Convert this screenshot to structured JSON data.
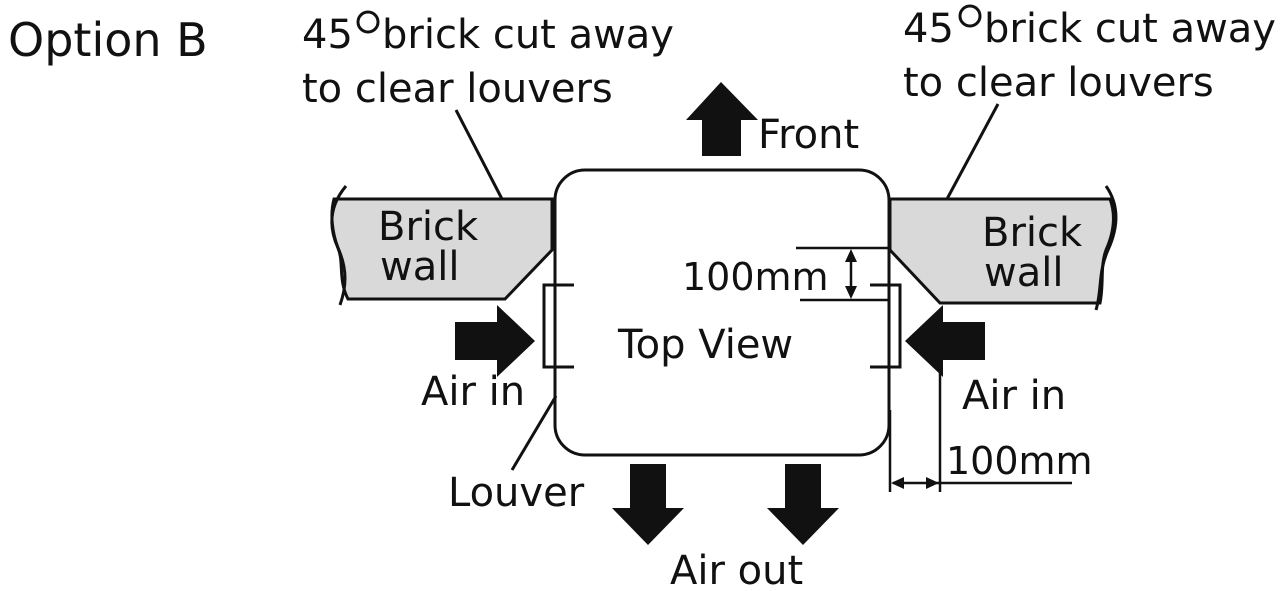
{
  "title": "Option B",
  "callouts": {
    "left_line1": "45",
    "left_line1_rest": "brick cut away",
    "left_line2": "to clear louvers",
    "right_line1": "45",
    "right_line1_rest": "brick cut away",
    "right_line2": "to clear louvers"
  },
  "labels": {
    "front": "Front",
    "brick_wall_left_1": "Brick",
    "brick_wall_left_2": "wall",
    "brick_wall_right_1": "Brick",
    "brick_wall_right_2": "wall",
    "top_view": "Top View",
    "air_in_left": "Air in",
    "air_in_right": "Air in",
    "air_out": "Air out",
    "louver": "Louver"
  },
  "dimensions": {
    "vertical_clearance": "100mm",
    "side_clearance": "100mm"
  },
  "colors": {
    "wall_fill": "#d9d9d9",
    "stroke": "#111111",
    "background": "#ffffff"
  }
}
